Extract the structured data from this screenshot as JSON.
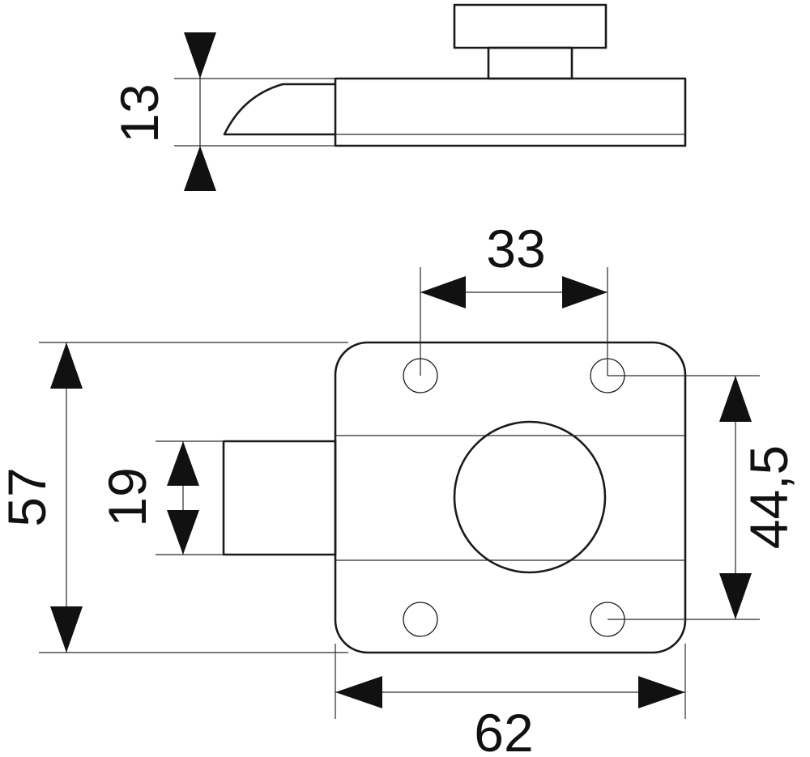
{
  "dimensions": {
    "latch_height": "13",
    "hole_spacing_horizontal": "33",
    "overall_height": "57",
    "bolt_height": "19",
    "hole_spacing_vertical": "44,5",
    "overall_width": "62"
  }
}
